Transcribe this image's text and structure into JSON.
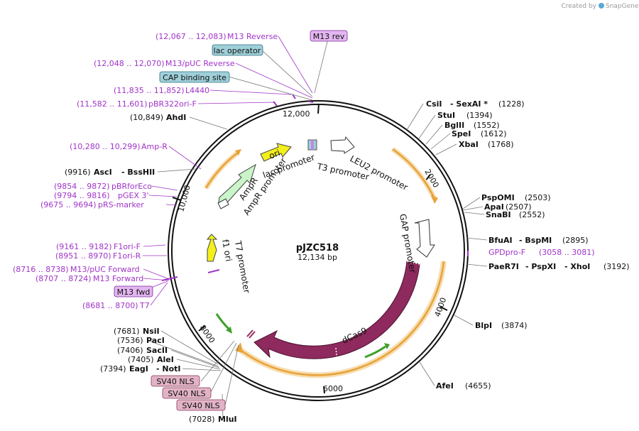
{
  "credit": {
    "prefix": "Created by",
    "brand": "SnapGene"
  },
  "plasmid": {
    "name": "pJZC518",
    "size": "12,134 bp"
  },
  "ticks": [
    "2000",
    "4000",
    "6000",
    "8000",
    "10,000",
    "12,000"
  ],
  "features": {
    "ori": "ori",
    "lac_promoter": "lac promoter",
    "t3_promoter": "T3 promoter",
    "leu2_promoter": "LEU2 promoter",
    "ampr": "AmpR",
    "ampr_promoter": "AmpR promoter",
    "gap_promoter": "GAP promoter",
    "t7_promoter": "T7 promoter",
    "f1_ori": "f1 ori",
    "dcas9": "dCas9"
  },
  "left_labels": {
    "m13_reverse": {
      "range": "(12,067 .. 12,083)",
      "name": "M13 Reverse"
    },
    "m13_puc_reverse": {
      "range": "(12,048 .. 12,070)",
      "name": "M13/pUC Reverse"
    },
    "l4440": {
      "range": "(11,835 .. 11,852)",
      "name": "L4440"
    },
    "pbr322ori": {
      "range": "(11,582 .. 11,601)",
      "name": "pBR322ori-F"
    },
    "ahdi": {
      "pos": "(10,849)",
      "name": "AhdI"
    },
    "amp_r": {
      "range": "(10,280 .. 10,299)",
      "name": "Amp-R"
    },
    "asci": {
      "pos": "(9916)",
      "name": "AscI",
      "name2": "- BssHII"
    },
    "pbrforeco": {
      "range": "(9854 .. 9872)",
      "name": "pBRforEco"
    },
    "pgex3": {
      "range": "(9794 .. 9816)",
      "name": "pGEX 3'"
    },
    "prs_marker": {
      "range": "(9675 .. 9694)",
      "name": "pRS-marker"
    },
    "f1ori_f": {
      "range": "(9161 .. 9182)",
      "name": "F1ori-F"
    },
    "f1ori_r": {
      "range": "(8951 .. 8970)",
      "name": "F1ori-R"
    },
    "m13_puc_fwd": {
      "range": "(8716 .. 8738)",
      "name": "M13/pUC Forward"
    },
    "m13_forward": {
      "range": "(8707 .. 8724)",
      "name": "M13 Forward"
    },
    "t7": {
      "range": "(8681 .. 8700)",
      "name": "T7"
    },
    "nsii": {
      "pos": "(7681)",
      "name": "NsiI"
    },
    "paci": {
      "pos": "(7536)",
      "name": "PacI"
    },
    "sacii": {
      "pos": "(7406)",
      "name": "SacII"
    },
    "alei": {
      "pos": "(7405)",
      "name": "AleI"
    },
    "eagi": {
      "pos": "(7394)",
      "name": "EagI",
      "name2": "- NotI"
    },
    "mlui": {
      "pos": "(7028)",
      "name": "MluI"
    }
  },
  "boxes": {
    "m13_rev": "M13 rev",
    "lac_operator": "lac operator",
    "cap_binding_site": "CAP binding site",
    "m13_fwd": "M13 fwd",
    "sv40_nls_1": "SV40 NLS",
    "sv40_nls_2": "SV40 NLS",
    "sv40_nls_3": "SV40 NLS"
  },
  "right_labels": {
    "csii": {
      "name": "CsiI",
      "name2": "- SexAI *",
      "pos": "(1228)"
    },
    "stui": {
      "name": "StuI",
      "pos": "(1394)"
    },
    "bglii": {
      "name": "BglII",
      "pos": "(1552)"
    },
    "spei": {
      "name": "SpeI",
      "pos": "(1612)"
    },
    "xbai": {
      "name": "XbaI",
      "pos": "(1768)"
    },
    "pspomi": {
      "name": "PspOMI",
      "pos": "(2503)"
    },
    "apai": {
      "name": "ApaI",
      "pos": "(2507)"
    },
    "snabi": {
      "name": "SnaBI",
      "pos": "(2552)"
    },
    "bfuai": {
      "name": "BfuAI",
      "name2": "- BspMI",
      "pos": "(2895)"
    },
    "gpdpro": {
      "name": "GPDpro-F",
      "range": "(3058 .. 3081)"
    },
    "paer7i": {
      "name": "PaeR7I",
      "name2": "- PspXI",
      "name3": "- XhoI",
      "pos": "(3192)"
    },
    "blpi": {
      "name": "BlpI",
      "pos": "(3874)"
    },
    "afei": {
      "name": "AfeI",
      "pos": "(4655)"
    }
  },
  "colors": {
    "primer": "#a033c8",
    "orange": "#e8a238",
    "orange_halo": "#f7ddb0",
    "dcas9": "#8e2a5e",
    "ori": "#f2ef1c",
    "ampr": "#c9f5c9",
    "green": "#3fa02a",
    "box_purple": "#e3b6f0",
    "box_teal": "#9fd0d9",
    "box_pink": "#e2b3c6"
  }
}
